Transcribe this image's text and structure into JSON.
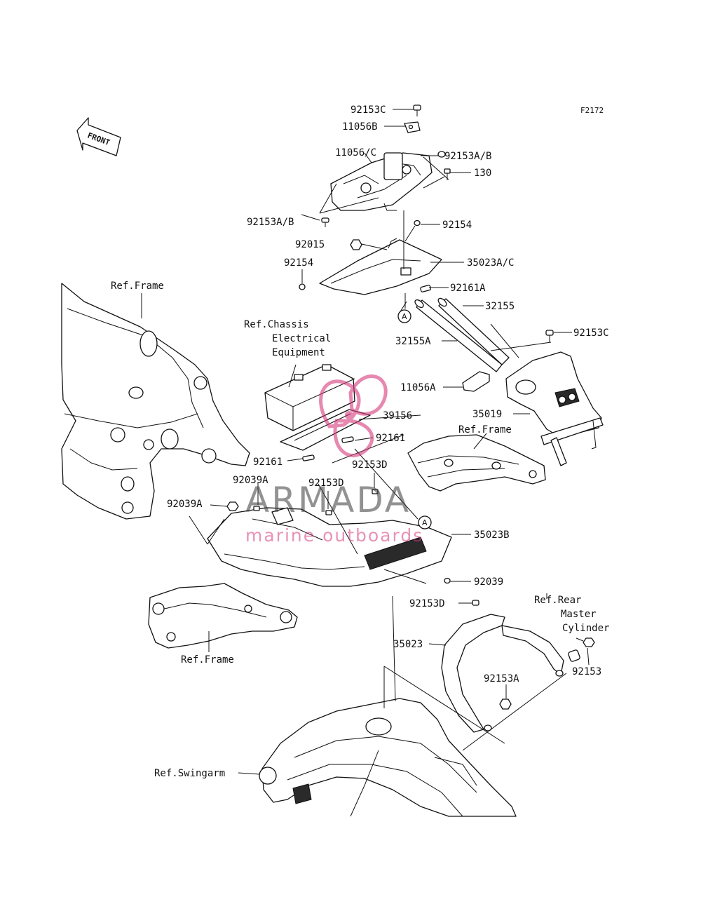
{
  "figure_code": "F2172",
  "front_label": "FRONT",
  "callout_letter": "A",
  "watermark": {
    "brand": "ARMADA",
    "tagline": "marine outboards",
    "accent_color": "#d63a7c"
  },
  "labels": {
    "p92153C_top": "92153C",
    "p11056B": "11056B",
    "p11056C": "11056/C",
    "p92153AB_right": "92153A/B",
    "p130": "130",
    "p92153AB_left": "92153A/B",
    "p92154_right": "92154",
    "p92015": "92015",
    "p35023AC": "35023A/C",
    "p92154_left": "92154",
    "p92161A": "92161A",
    "p32155": "32155",
    "ref_frame_1": "Ref.Frame",
    "ref_chassis_1": "Ref.Chassis",
    "ref_chassis_2": "Electrical",
    "ref_chassis_3": "Equipment",
    "p92153C_right": "92153C",
    "p32155A": "32155A",
    "p11056A": "11056A",
    "p39156": "39156",
    "p35019": "35019",
    "p92161_right": "92161",
    "ref_frame_2": "Ref.Frame",
    "p92161_left": "92161",
    "p92153D_mid": "92153D",
    "p92039A_1": "92039A",
    "p92153D_left": "92153D",
    "p92039A_2": "92039A",
    "p35023B": "35023B",
    "p92039": "92039",
    "ref_rear_1": "Ref.Rear",
    "ref_rear_2": "Master",
    "ref_rear_3": "Cylinder",
    "p92153D_lower": "92153D",
    "p35023": "35023",
    "p92153": "92153",
    "ref_frame_3": "Ref.Frame",
    "p92153A": "92153A",
    "ref_swingarm": "Ref.Swingarm"
  }
}
